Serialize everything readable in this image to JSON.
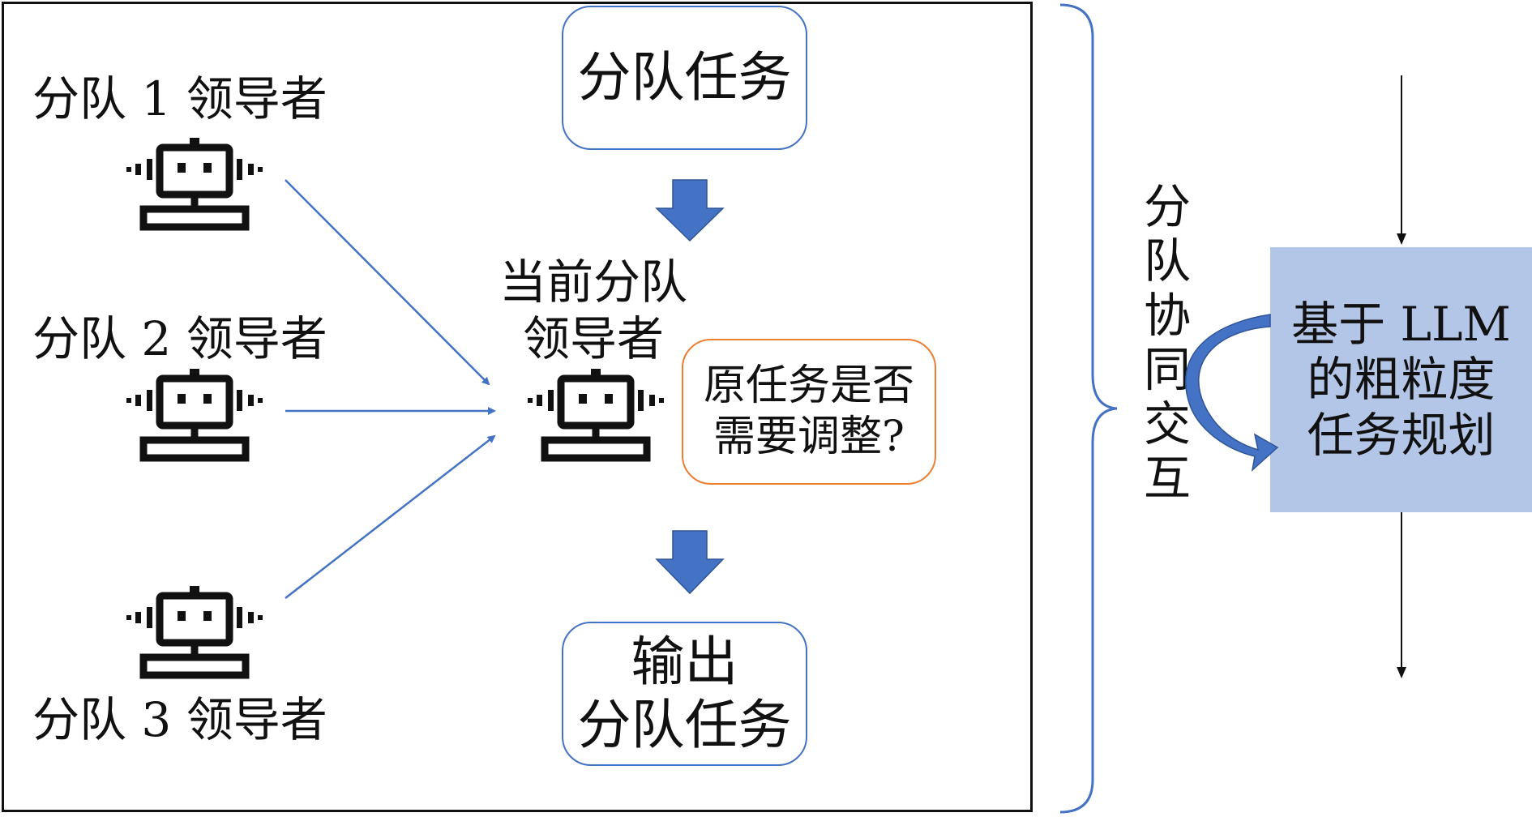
{
  "team_leaders": [
    {
      "label": "分队 1 领导者"
    },
    {
      "label": "分队 2 领导者"
    },
    {
      "label": "分队 3 领导者"
    }
  ],
  "team_task": {
    "label": "分队任务"
  },
  "current_leader": {
    "line1": "当前分队",
    "line2": "领导者"
  },
  "question": {
    "line1": "原任务是否",
    "line2": "需要调整?"
  },
  "output": {
    "line1": "输出",
    "line2": "分队任务"
  },
  "interaction": {
    "chars": [
      "分",
      "队",
      "协",
      "同",
      "交",
      "互"
    ]
  },
  "llm_planning": {
    "line1": "基于 LLM",
    "line2": "的粗粒度",
    "line3": "任务规划"
  },
  "colors": {
    "connector_blue": "#4472c4",
    "box_border_blue": "#4472c4",
    "box_border_orange": "#ed7d31",
    "llm_box_fill": "#b4c6e7",
    "frame": "#111111"
  },
  "icons": {
    "leader": "robot-icon"
  }
}
